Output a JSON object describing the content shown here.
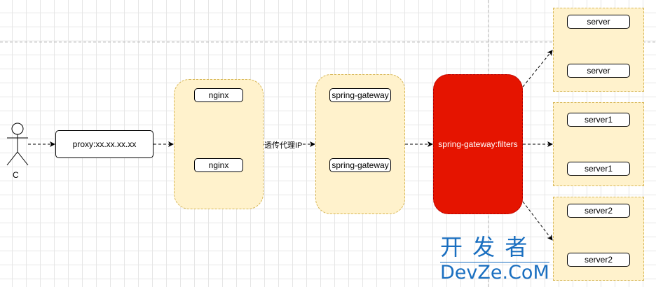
{
  "actor": {
    "label": "C"
  },
  "proxy": {
    "label": "proxy:xx.xx.xx.xx"
  },
  "nginx_group": {
    "items": [
      "nginx",
      "nginx"
    ]
  },
  "edge_label": "透传代理IP",
  "gateway_group": {
    "items": [
      "spring-gateway",
      "spring-gateway"
    ]
  },
  "filters": {
    "label": "spring-gateway:filters",
    "color": "#e51400"
  },
  "server_groups": [
    {
      "items": [
        "server",
        "server"
      ]
    },
    {
      "items": [
        "server1",
        "server1"
      ]
    },
    {
      "items": [
        "server2",
        "server2"
      ]
    }
  ],
  "watermark": {
    "line1": "开 发 者",
    "line2": "DevZe.CoM"
  }
}
